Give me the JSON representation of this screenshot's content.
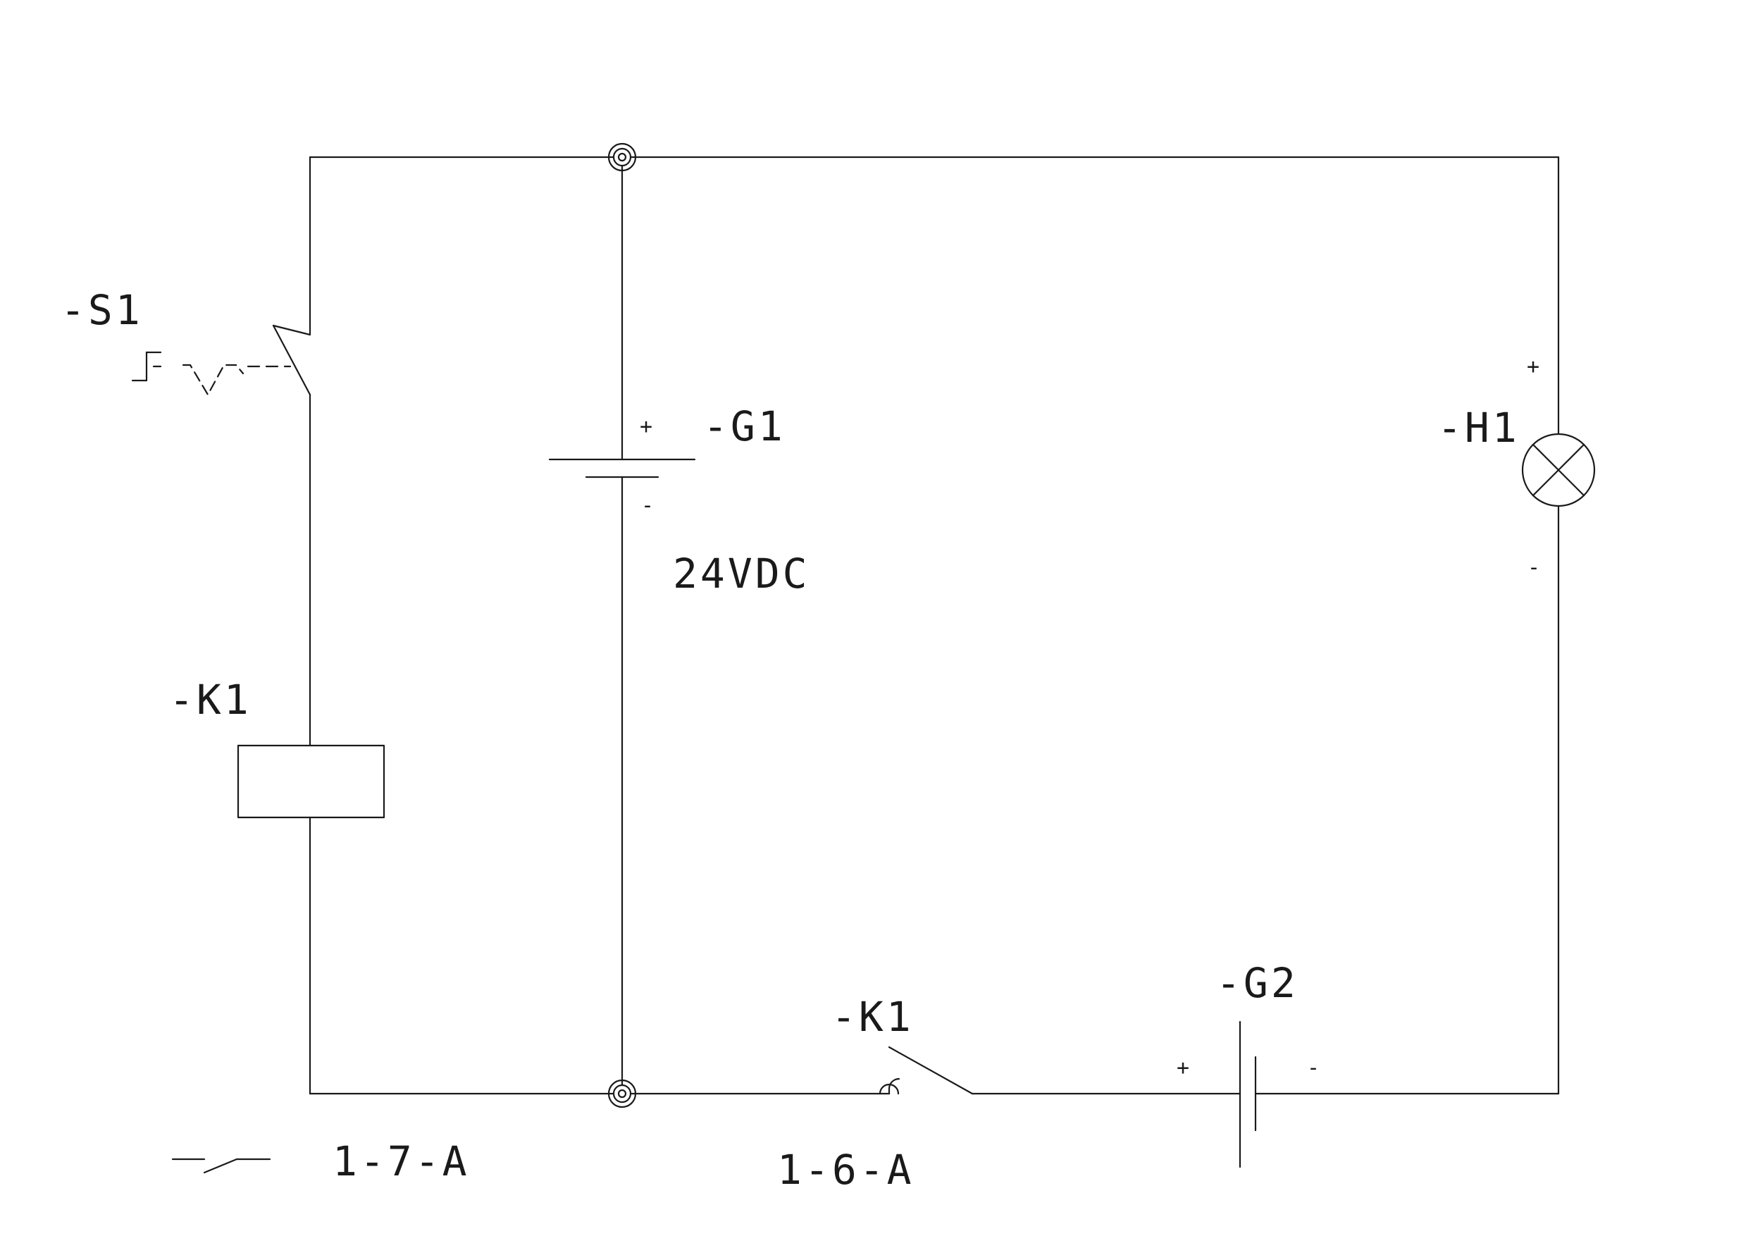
{
  "labels": {
    "s1": "-S1",
    "g1": "-G1",
    "g1_voltage": "24VDC",
    "h1": "-H1",
    "k1_coil": "-K1",
    "k1_contact": "-K1",
    "g2": "-G2",
    "ref_coil": "1-7-A",
    "ref_contact": "1-6-A"
  },
  "polarity": {
    "g1_plus": "+",
    "g1_minus": "-",
    "h1_plus": "+",
    "h1_minus": "-",
    "g2_plus": "+",
    "g2_minus": "-"
  }
}
